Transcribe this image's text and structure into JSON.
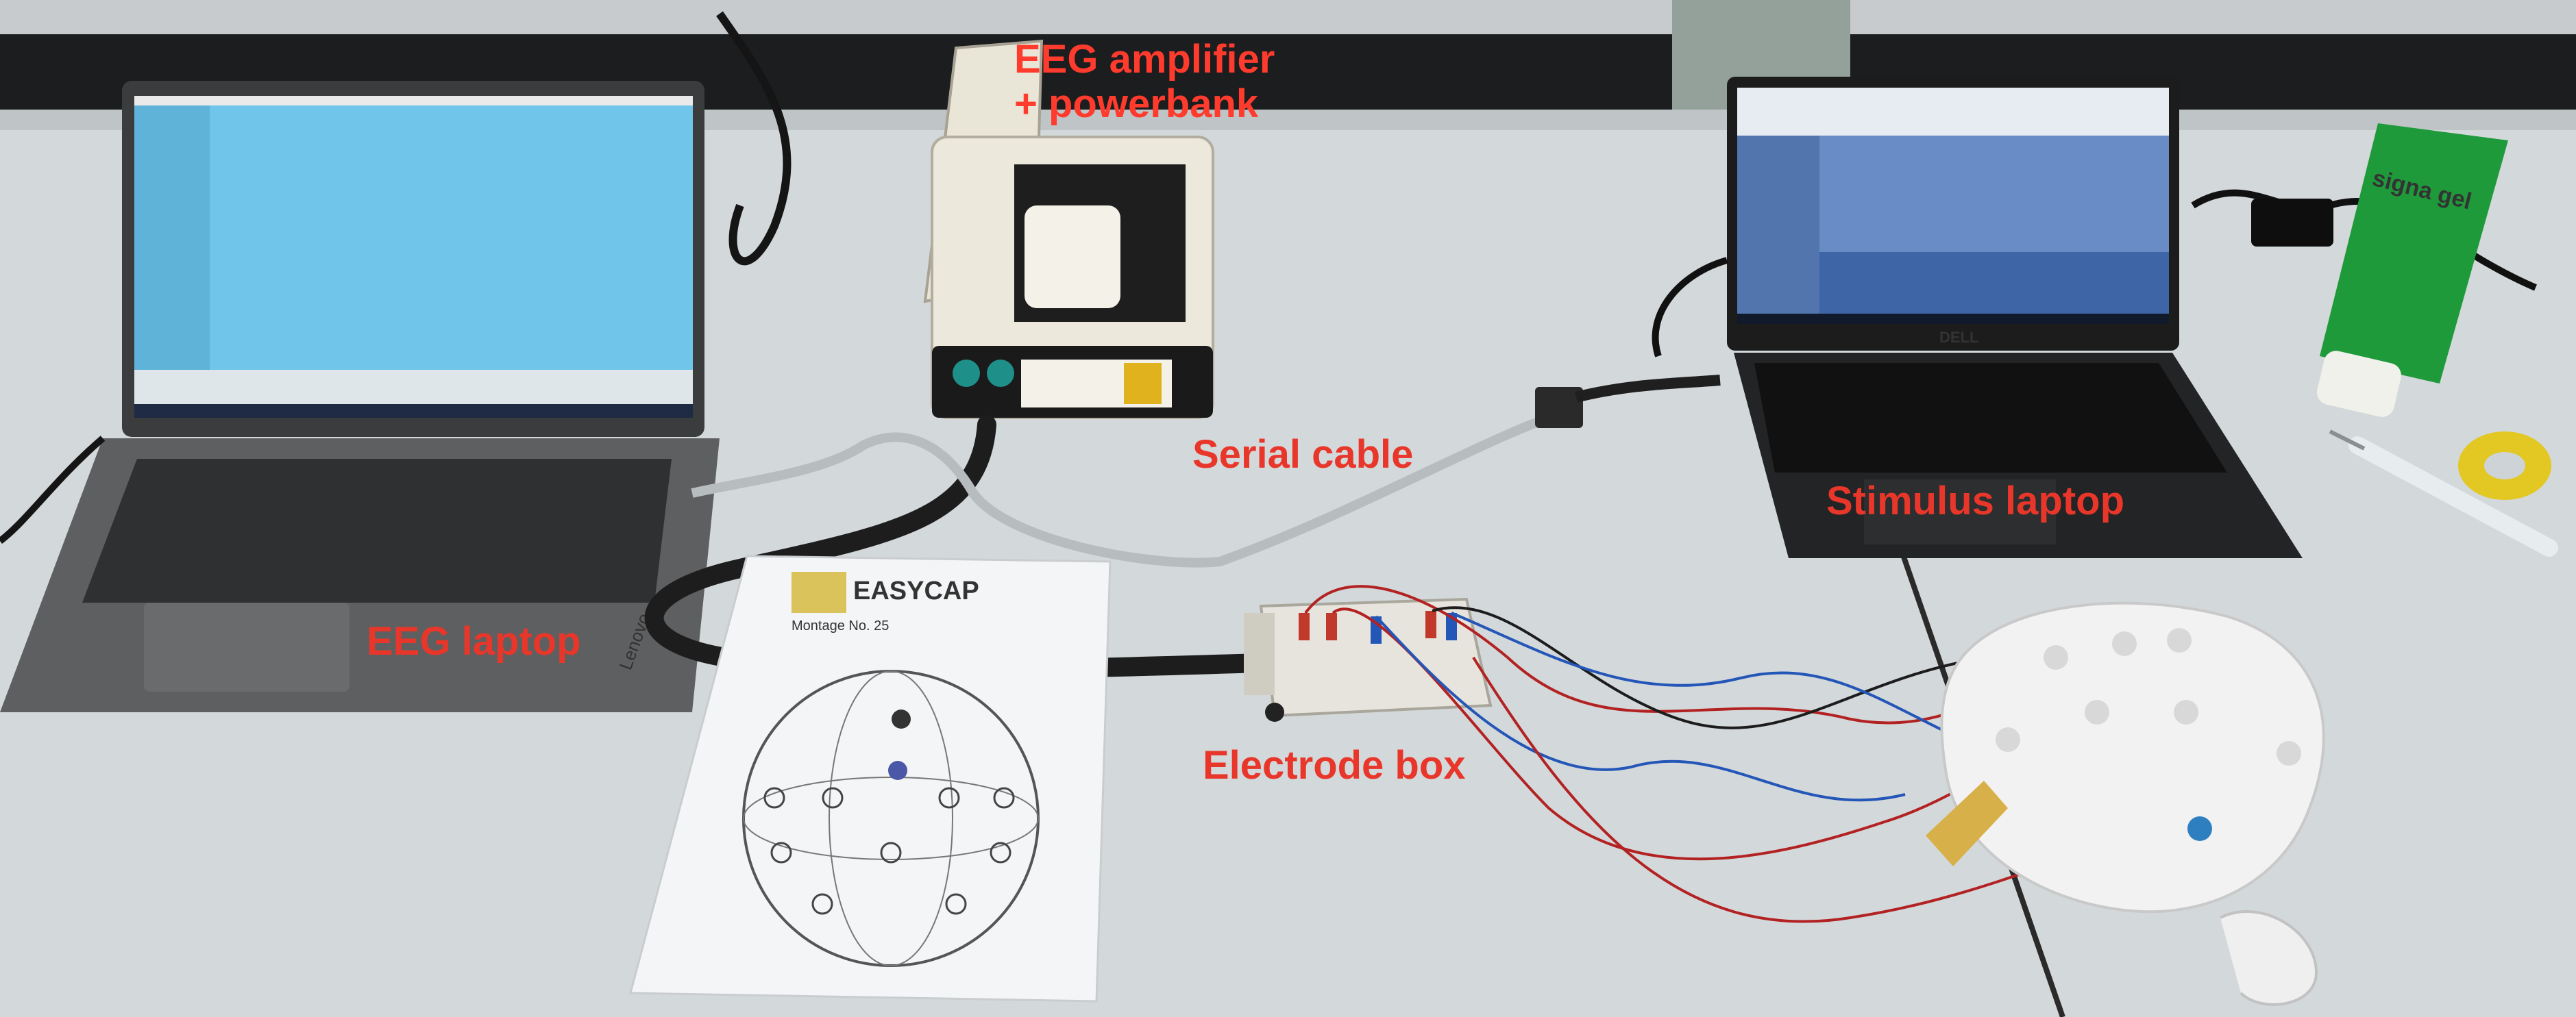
{
  "labels": {
    "eeg_amplifier_line1": "EEG amplifier",
    "eeg_amplifier_line2": "+ powerbank",
    "serial_cable": "Serial cable",
    "stimulus_laptop": "Stimulus laptop",
    "eeg_laptop": "EEG laptop",
    "electrode_box": "Electrode box"
  },
  "printed_text": {
    "easycap_logo": "EASYCAP",
    "montage_title": "Montage No. 25",
    "dell_logo": "DELL",
    "lenovo_logo": "Lenovo",
    "gel_brand": "signa gel"
  },
  "colors": {
    "label_red": "#e8372a",
    "desk": "#cdd3d6",
    "screen_blue": "#6fc5ea",
    "laptop_grey": "#5b5b5b",
    "cap_white": "#f2f2f2",
    "gel_green": "#1f9a3b"
  }
}
